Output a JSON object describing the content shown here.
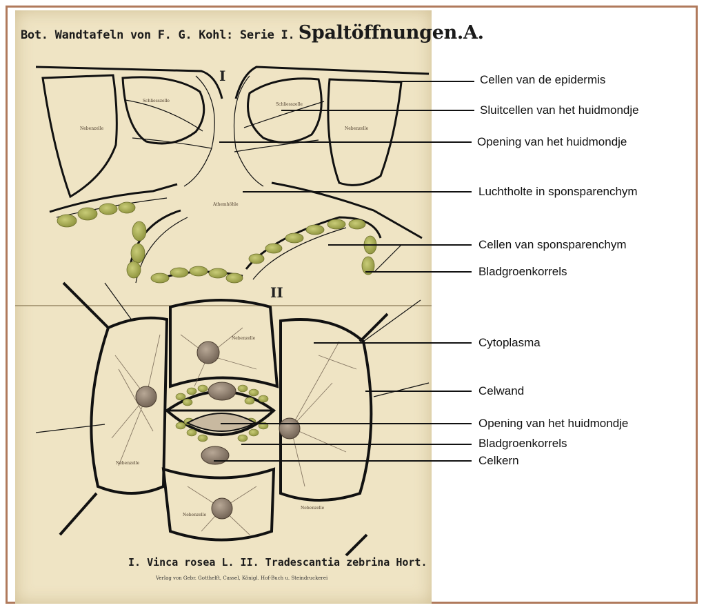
{
  "plate": {
    "title_small": "Bot. Wandtafeln von F. G. Kohl: Serie I.",
    "title_big": "Spaltöffnungen.A.",
    "roman_one": "I",
    "roman_two": "II",
    "caption": "I. Vinca rosea L. II. Tradescantia zebrina Hort.",
    "publisher": "Verlag von Gebr. Gotthelft, Cassel, Königl. Hof-Buch u. Steindruckerei",
    "cell_labels": {
      "schliesszelle_left": "Schliesszelle",
      "schliesszelle_right": "Schliesszelle",
      "nebenzelle_top_left": "Nebenzelle",
      "nebenzelle_top_right": "Nebenzelle",
      "atemhoehle": "Athemhöhle",
      "nebenzelle_bottom_top": "Nebenzelle",
      "nebenzelle_bottom_left": "Nebenzelle",
      "nebenzelle_bottom_bottom": "Nebenzelle",
      "nebenzelle_bottom_right": "Nebenzelle"
    }
  },
  "callouts": [
    {
      "label": "Cellen van de epidermis"
    },
    {
      "label": "Sluitcellen van het huidmondje"
    },
    {
      "label": "Opening van het huidmondje"
    },
    {
      "label": "Luchtholte in sponsparenchym"
    },
    {
      "label": "Cellen van sponsparenchym"
    },
    {
      "label": "Bladgroenkorrels"
    },
    {
      "label": "Cytoplasma"
    },
    {
      "label": "Celwand"
    },
    {
      "label": "Opening van het huidmondje"
    },
    {
      "label": "Bladgroenkorrels"
    },
    {
      "label": "Celkern"
    }
  ],
  "colors": {
    "frame_border": "#b07a5c",
    "paper": "#efe4c4",
    "chloroplast": "#a9ad55",
    "ink": "#111111"
  }
}
